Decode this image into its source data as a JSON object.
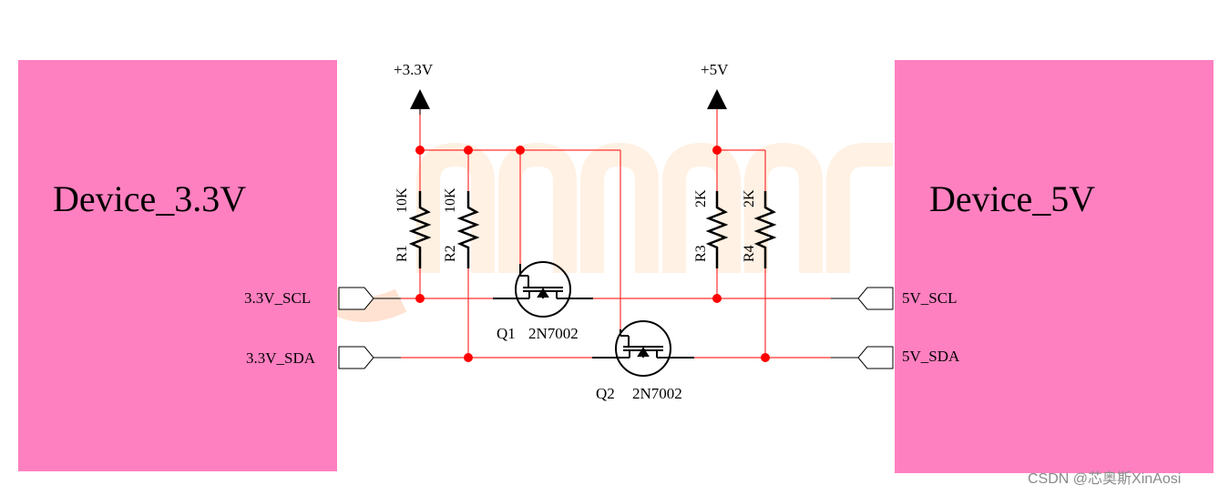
{
  "devices": {
    "left": {
      "label": "Device_3.3V"
    },
    "right": {
      "label": "Device_5V"
    }
  },
  "rails": {
    "low": "+3.3V",
    "high": "+5V"
  },
  "ports": {
    "left_scl": "3.3V_SCL",
    "left_sda": "3.3V_SDA",
    "right_scl": "5V_SCL",
    "right_sda": "5V_SDA"
  },
  "resistors": [
    {
      "ref": "R1",
      "value": "10K"
    },
    {
      "ref": "R2",
      "value": "10K"
    },
    {
      "ref": "R3",
      "value": "2K"
    },
    {
      "ref": "R4",
      "value": "2K"
    }
  ],
  "transistors": [
    {
      "ref": "Q1",
      "part": "2N7002"
    },
    {
      "ref": "Q2",
      "part": "2N7002"
    }
  ],
  "watermark": "CSDN @芯奥斯XinAosi",
  "colors": {
    "device_fill": "#ff80c0",
    "wire": "#ff3030",
    "junction": "#ff0000",
    "symbol": "#000000"
  }
}
